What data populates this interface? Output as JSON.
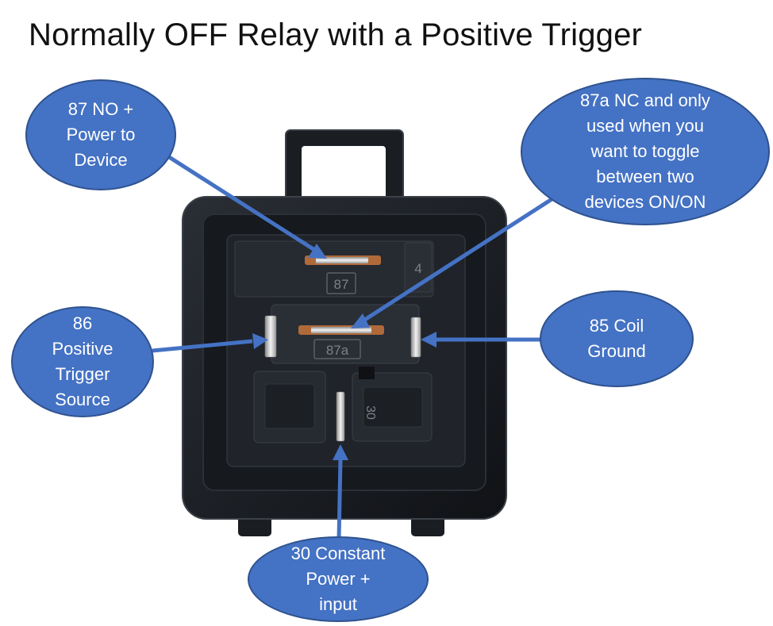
{
  "title": "Normally OFF Relay with a Positive Trigger",
  "colors": {
    "bubble_fill": "#4472c4",
    "bubble_border": "#2f528f",
    "arrow": "#4472c4",
    "relay_body": "#1c1f24"
  },
  "callouts": {
    "pin87": {
      "lines": [
        "87 NO  +",
        "Power to",
        "Device"
      ]
    },
    "pin87a": {
      "lines": [
        "87a NC and only",
        "used when you",
        "want to toggle",
        "between two",
        "devices ON/ON"
      ]
    },
    "pin86": {
      "lines": [
        "86",
        "Positive",
        "Trigger",
        "Source"
      ]
    },
    "pin85": {
      "lines": [
        "85 Coil",
        "Ground"
      ]
    },
    "pin30": {
      "lines": [
        "30 Constant",
        "Power +",
        "input"
      ]
    }
  },
  "relay_markings": {
    "pin87": "87",
    "pin87a": "87a",
    "pin30": "30",
    "side": "4"
  }
}
